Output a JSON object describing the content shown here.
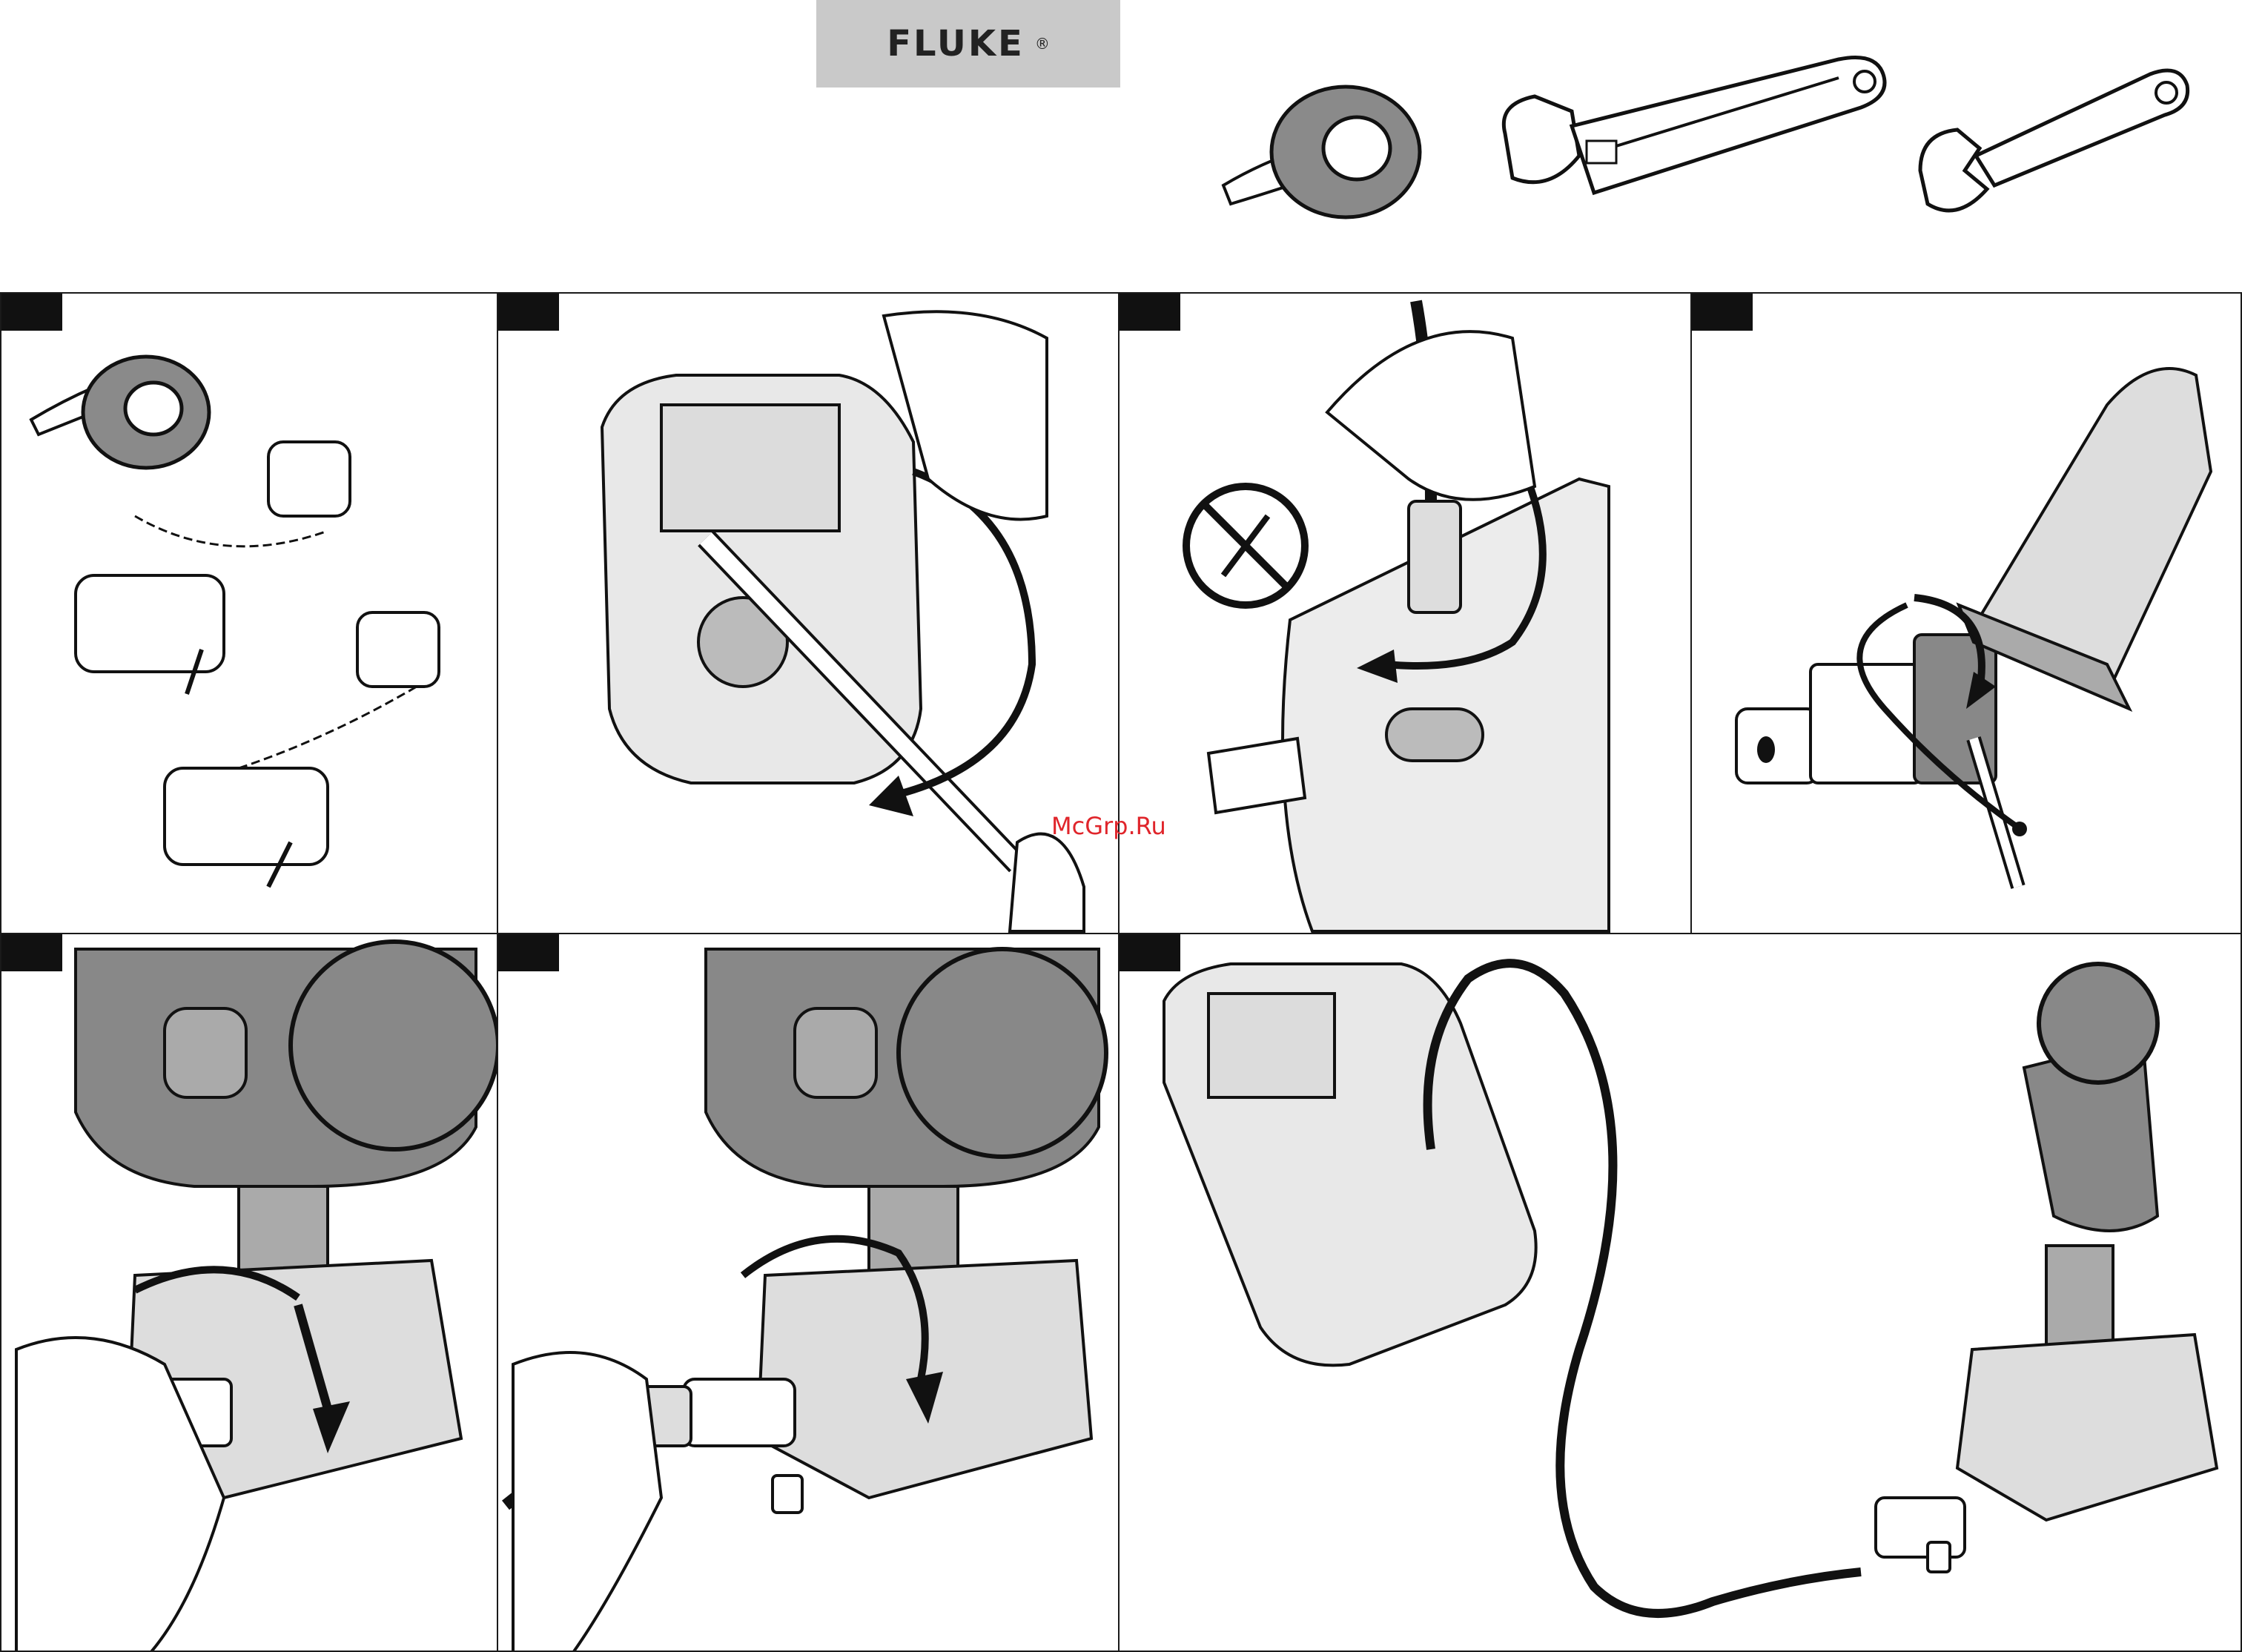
{
  "logo": {
    "brand": "FLUKE",
    "registered": "®"
  },
  "watermark": "McGrp.Ru",
  "tools": [
    "ptfe-tape-icon",
    "adjustable-wrench-icon",
    "open-end-wrench-icon"
  ],
  "steps": [
    {
      "icon": "tape-and-fittings-illustration"
    },
    {
      "icon": "wrench-tighten-calibrator-illustration"
    },
    {
      "icon": "hand-tighten-no-wrench-illustration"
    },
    {
      "icon": "wrench-tighten-fitting-illustration"
    },
    {
      "icon": "connect-to-transmitter-illustration"
    },
    {
      "icon": "attach-hose-transmitter-illustration"
    },
    {
      "icon": "calibrator-hose-transmitter-illustration"
    }
  ],
  "colors": {
    "tab": "#111111",
    "watermark": "#e0252b",
    "logo_bg": "#c9c9c9"
  }
}
